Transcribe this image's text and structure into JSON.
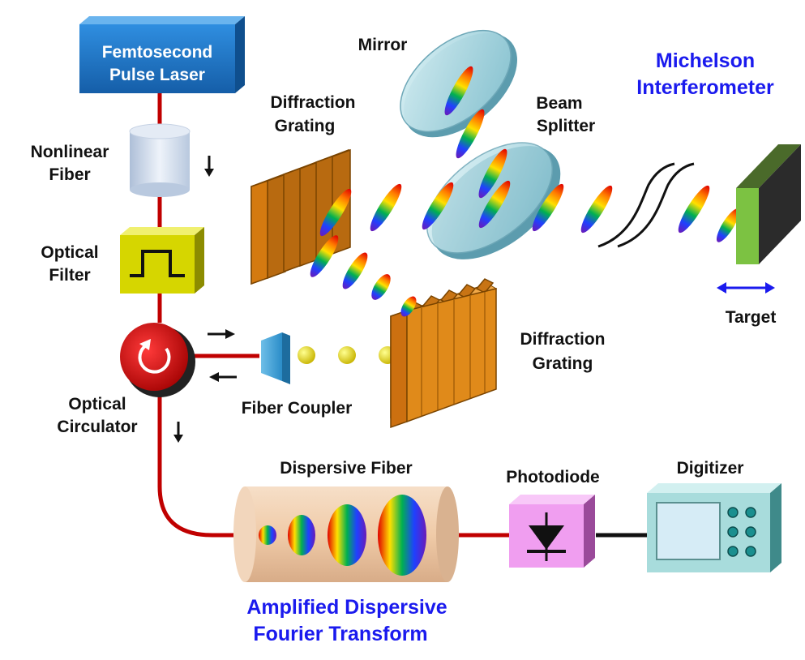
{
  "colors": {
    "fiber": "#c00000",
    "title_blue": "#1a1aee",
    "laser_box": "#1f78c8",
    "filter_box": "#d6d600",
    "circulator": "#cc1111",
    "grating": "#e08a1a",
    "mirror": "#a8d8e0",
    "target": "#7cc242",
    "photodiode": "#f09ef0",
    "digitizer": "#a8dcdc",
    "dispersive_fiber": "#f0d0b4",
    "bead": "#e8e000"
  },
  "labels": {
    "laser_line1": "Femtosecond",
    "laser_line2": "Pulse Laser",
    "nonlinear_line1": "Nonlinear",
    "nonlinear_line2": "Fiber",
    "filter_line1": "Optical",
    "filter_line2": "Filter",
    "circulator_line1": "Optical",
    "circulator_line2": "Circulator",
    "fiber_coupler": "Fiber Coupler",
    "grating_top_line1": "Diffraction",
    "grating_top_line2": "Grating",
    "grating_bottom_line1": "Diffraction",
    "grating_bottom_line2": "Grating",
    "mirror": "Mirror",
    "beam_splitter_line1": "Beam",
    "beam_splitter_line2": "Splitter",
    "michelson_line1": "Michelson",
    "michelson_line2": "Interferometer",
    "target": "Target",
    "dispersive_fiber": "Dispersive Fiber",
    "photodiode": "Photodiode",
    "digitizer": "Digitizer",
    "adft_line1": "Amplified Dispersive",
    "adft_line2": "Fourier Transform"
  },
  "icons": {
    "arrow_down": "arrow-down-icon",
    "arrow_right": "arrow-right-icon",
    "arrow_left": "arrow-left-icon",
    "double_arrow": "double-arrow-icon",
    "circulator": "circular-arrow-icon",
    "diode": "diode-icon",
    "pulse": "rect-pulse-icon"
  }
}
